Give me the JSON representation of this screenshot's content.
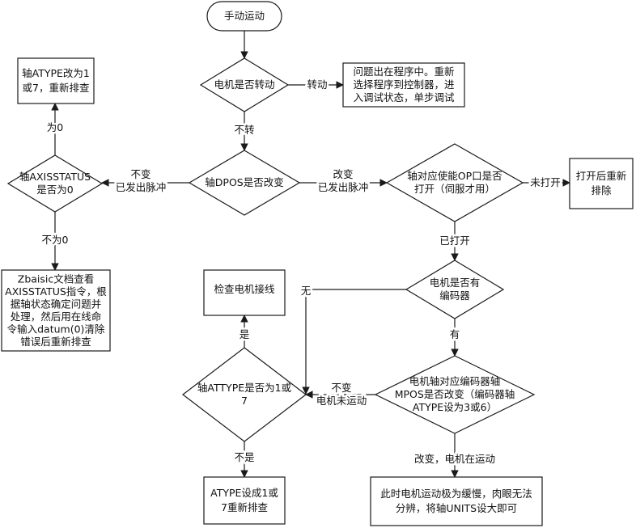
{
  "flowchart": {
    "start": [
      "手动运动"
    ],
    "q_rotate": [
      "电机是否转动"
    ],
    "lbl_rotate_yes": [
      "转动"
    ],
    "box_program": [
      "问题出在程序中。重新",
      "选择程序到控制器，进",
      "入调试状态，单步调试"
    ],
    "lbl_not_rotate": [
      "不转"
    ],
    "q_dpos": [
      "轴DPOS是否改变"
    ],
    "lbl_dpos_same": [
      "不变",
      "已发出脉冲"
    ],
    "q_axisstatus": [
      "轴AXISSTATUS",
      "是否为0"
    ],
    "lbl_is_zero": [
      "为0"
    ],
    "box_atype_change": [
      "轴ATYPE改为1",
      "或7，重新排查"
    ],
    "lbl_not_zero": [
      "不为0"
    ],
    "box_zbasic": [
      "Zbaisic文档查看",
      "AXISSTATUS指令，根",
      "据轴状态确定问题并",
      "处理，然后用在线命",
      "令输入datum(0)清除",
      "错误后重新排查"
    ],
    "lbl_dpos_changed": [
      "改变",
      "已发出脉冲"
    ],
    "q_enable": [
      "轴对应使能OP口是否",
      "打开（伺服才用）"
    ],
    "lbl_not_open": [
      "未打开"
    ],
    "box_reopen": [
      "打开后重新",
      "排除"
    ],
    "lbl_opened": [
      "已打开"
    ],
    "q_encoder": [
      "电机是否有",
      "编码器"
    ],
    "lbl_none": [
      "无"
    ],
    "box_wiring": [
      "检查电机接线"
    ],
    "lbl_have": [
      "有"
    ],
    "q_mpos": [
      "电机轴对应编码器轴",
      "MPOS是否改变（编码器轴",
      "ATYPE设为3或6）"
    ],
    "lbl_mpos_same": [
      "不变",
      "电机未运动"
    ],
    "q_atype": [
      "轴ATTYPE是否为1或",
      "7"
    ],
    "lbl_yes": [
      "是"
    ],
    "lbl_no": [
      "不是"
    ],
    "box_set_atype": [
      "ATYPE设成1或",
      "7重新排查"
    ],
    "lbl_mpos_changed": [
      "改变，电机在运动"
    ],
    "box_slow": [
      "此时电机运动极为缓慢，肉眼无法",
      "分辨，将轴UNITS设大即可"
    ]
  }
}
